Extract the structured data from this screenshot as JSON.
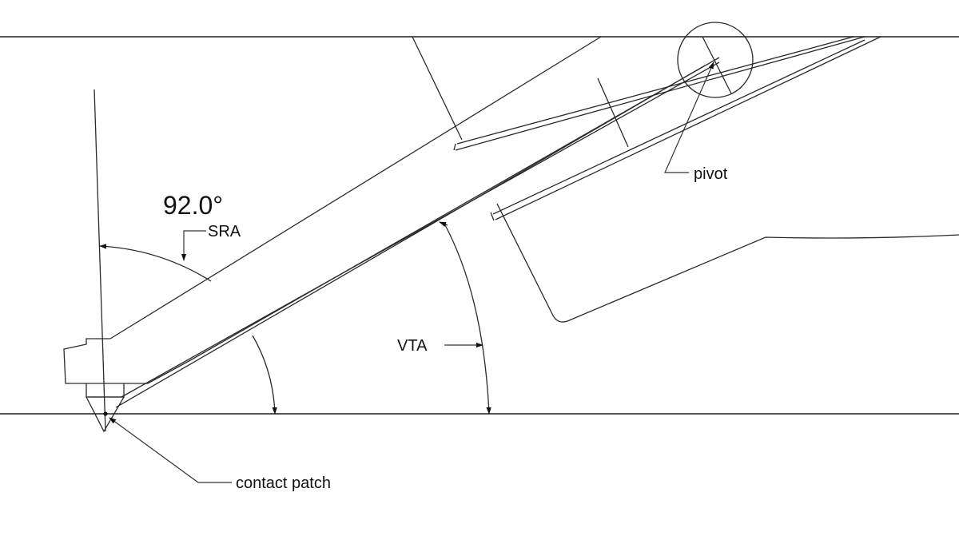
{
  "diagram": {
    "subject": "Phono cartridge stylus and cantilever geometry",
    "angle_value": "92.0°",
    "labels": {
      "sra": "SRA",
      "vta": "VTA",
      "pivot": "pivot",
      "contact_patch": "contact patch"
    },
    "colors": {
      "line": "#2a2a2a",
      "reference_line": "#555555",
      "background": "#ffffff",
      "text": "#111111"
    }
  }
}
